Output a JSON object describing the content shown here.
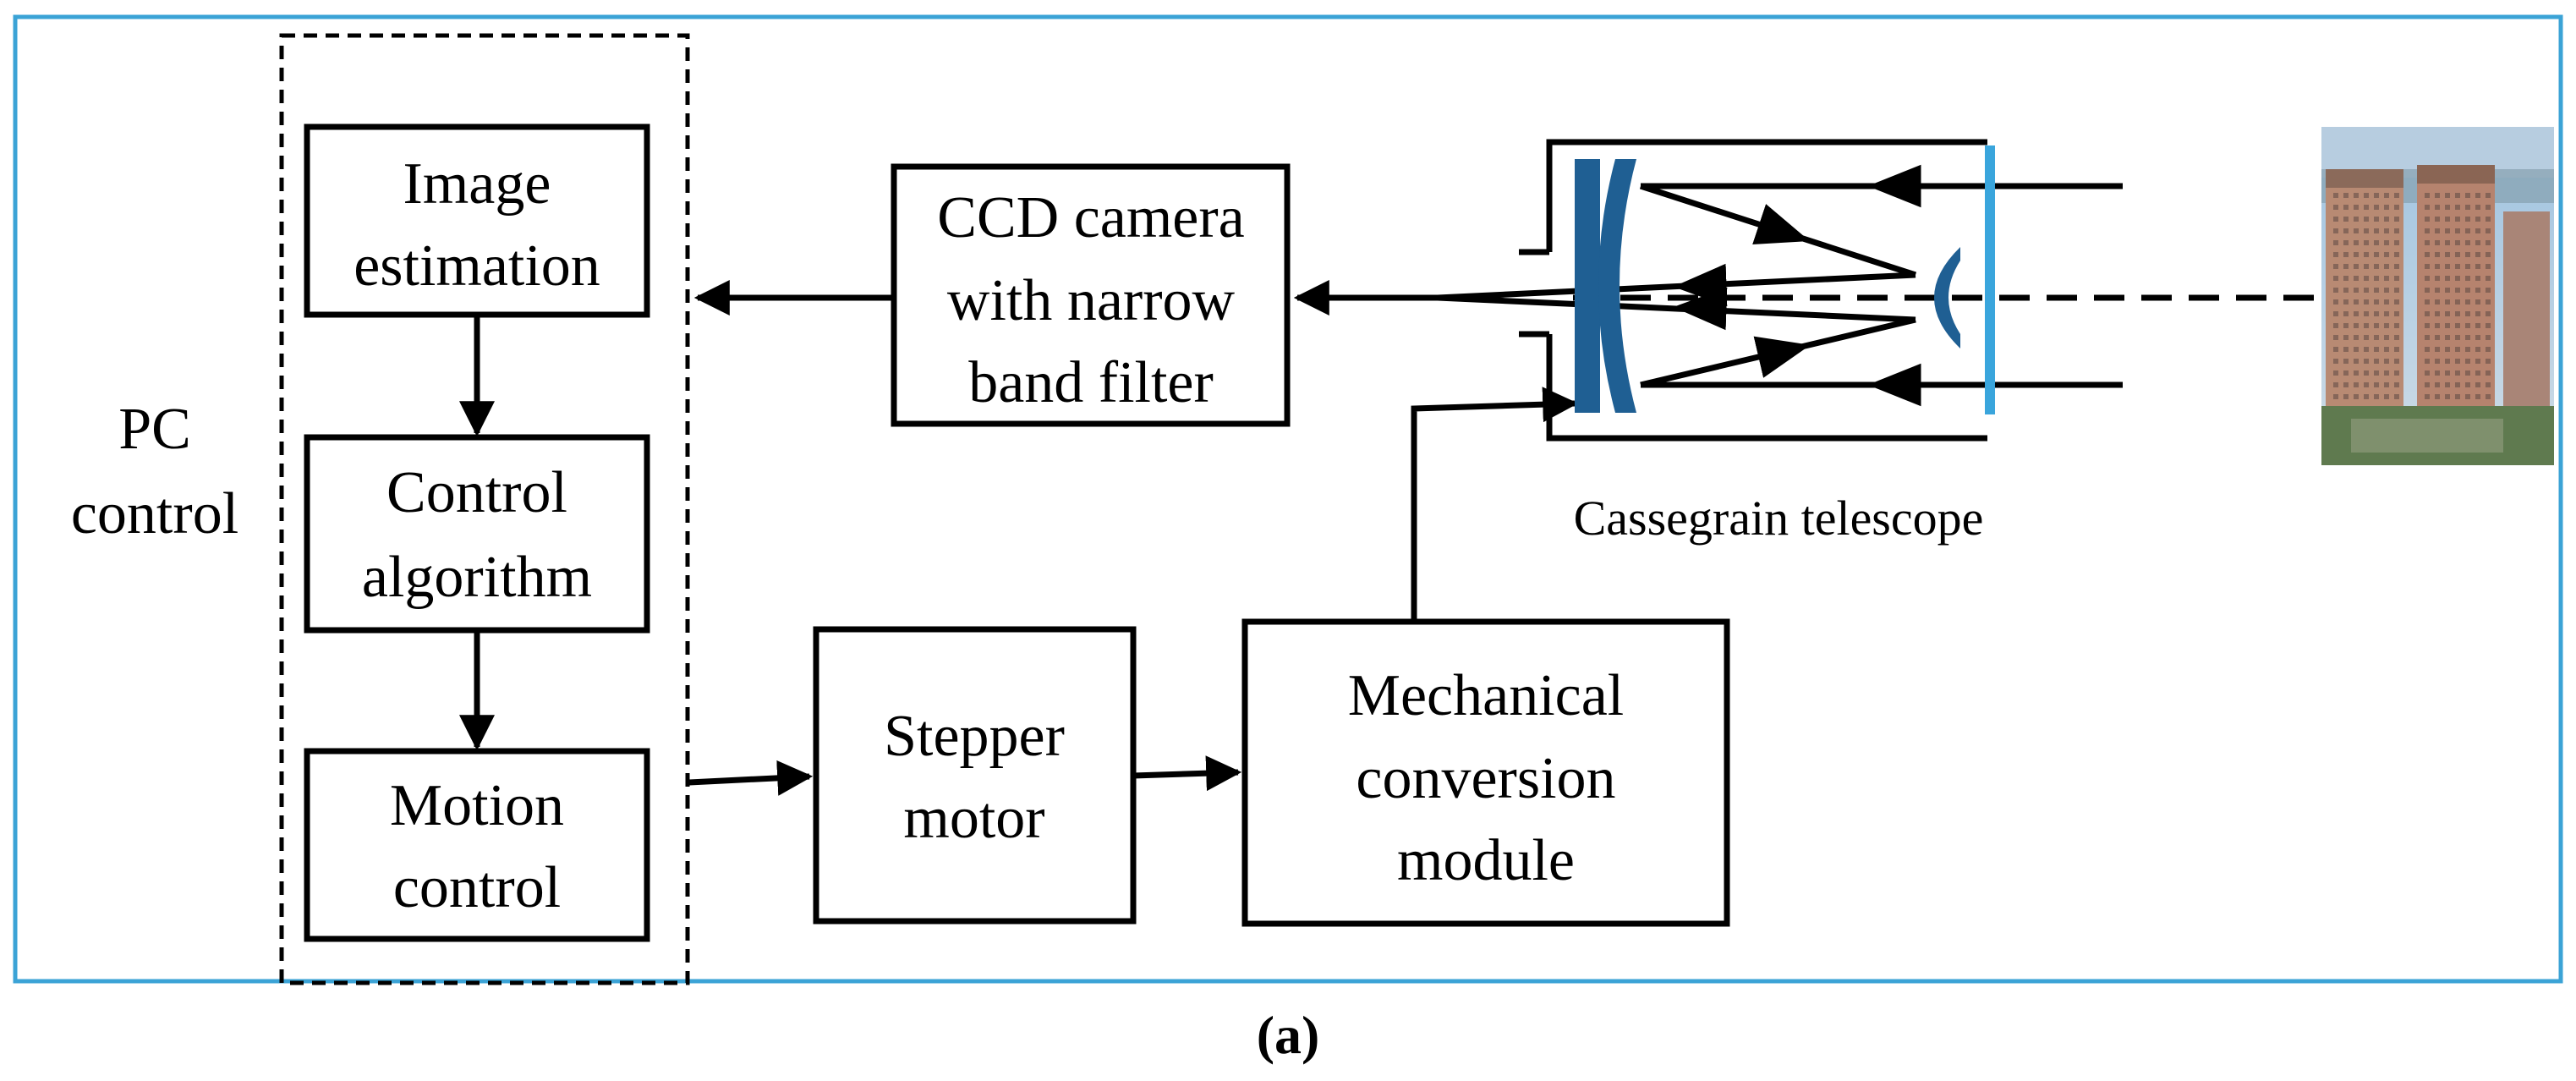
{
  "colors": {
    "frame": "#3ba3d6",
    "mirror_dark": "#1f5f93",
    "mirror_light": "#3aa5dc",
    "line": "#000000"
  },
  "group": {
    "label_line1": "PC",
    "label_line2": "control"
  },
  "blocks": {
    "image_estimation": [
      "Image",
      "estimation"
    ],
    "control_algorithm": [
      "Control",
      "algorithm"
    ],
    "motion_control": [
      "Motion",
      "control"
    ],
    "ccd_camera": [
      "CCD camera",
      "with narrow",
      "band filter"
    ],
    "stepper_motor": [
      "Stepper",
      "motor"
    ],
    "mechanical_conversion": [
      "Mechanical",
      "conversion",
      "module"
    ]
  },
  "telescope": {
    "caption": "Cassegrain telescope"
  },
  "target": {
    "icon": "buildings-photo"
  },
  "figure_label": "(a)"
}
